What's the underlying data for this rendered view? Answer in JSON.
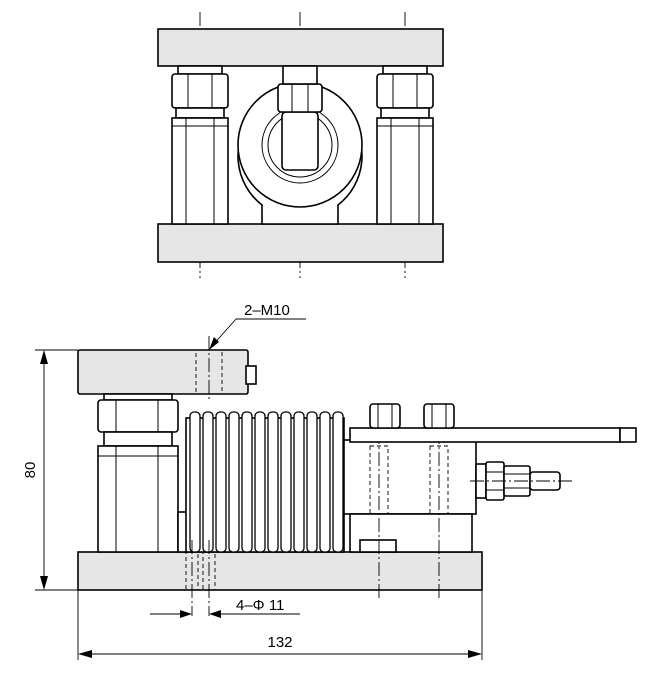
{
  "labels": {
    "thread_callout": "2–M10",
    "hole_callout": "4–Φ 11",
    "height_dim": "80",
    "width_dim": "132"
  }
}
